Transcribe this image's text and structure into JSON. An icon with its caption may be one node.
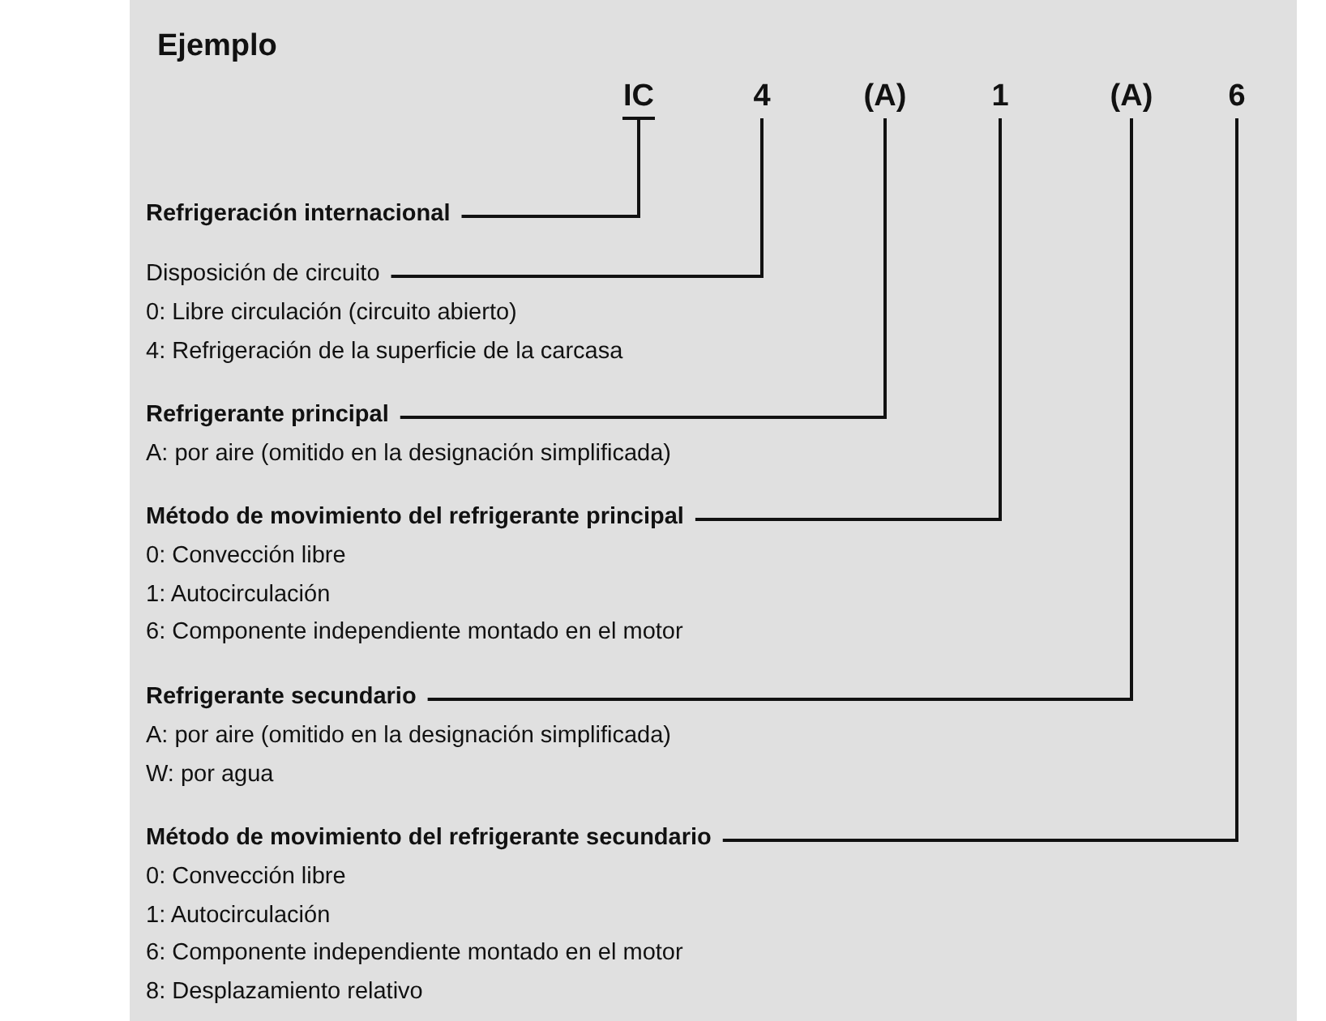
{
  "diagram": {
    "title": "Ejemplo",
    "nodes": [
      {
        "text": [
          "IC"
        ]
      },
      {
        "text": [
          "4"
        ]
      },
      {
        "text": [
          "(A)"
        ]
      },
      {
        "text": [
          "1"
        ]
      },
      {
        "text": [
          "(A)"
        ]
      },
      {
        "text": [
          "6"
        ]
      },
      {
        "text": [
          "Refrigeración internacional"
        ]
      },
      {
        "text": [
          "Disposición de circuito",
          "0: Libre circulación (circuito abierto)",
          "4: Refrigeración de la superficie de la carcasa"
        ]
      },
      {
        "text": [
          "Refrigerante principal",
          "A: por aire (omitido en la designación simplificada)"
        ]
      },
      {
        "text": [
          "Método de movimiento del refrigerante principal",
          "0: Convección libre",
          "1: Autocirculación",
          "6: Componente independiente montado en el motor"
        ]
      },
      {
        "text": [
          "Refrigerante secundario",
          "A: por aire (omitido en la designación simplificada)",
          "W: por agua"
        ]
      },
      {
        "text": [
          "Método de movimiento del refrigerante secundario",
          "0: Convección libre",
          "1: Autocirculación",
          "6: Componente independiente montado en el motor",
          "8: Desplazamiento relativo"
        ]
      }
    ],
    "edges": [
      {
        "from": 6,
        "to": 0,
        "arrow": "none"
      },
      {
        "from": 7,
        "to": 1,
        "arrow": "none"
      },
      {
        "from": 8,
        "to": 2,
        "arrow": "none"
      },
      {
        "from": 9,
        "to": 3,
        "arrow": "none"
      },
      {
        "from": 10,
        "to": 4,
        "arrow": "none"
      },
      {
        "from": 11,
        "to": 5,
        "arrow": "none"
      }
    ]
  }
}
